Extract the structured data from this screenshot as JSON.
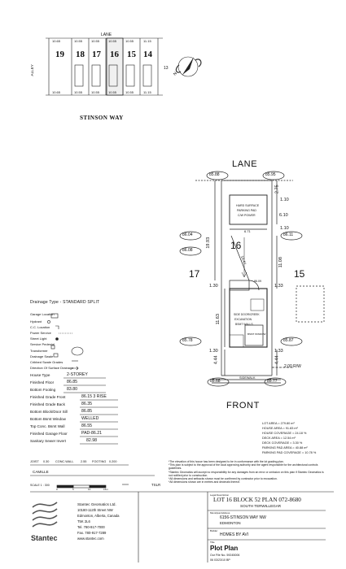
{
  "key_map": {
    "lane": "LANE",
    "alley": "ALLEY",
    "street": "STINSON WAY",
    "lots": [
      "19",
      "18",
      "17",
      "16",
      "15",
      "14"
    ],
    "lot_13": "13",
    "top_dims": [
      "10.65",
      "10.55",
      "10.55",
      "10.55",
      "10.55",
      "11.15"
    ],
    "bottom_dims": [
      "10.65",
      "10.55",
      "10.55",
      "10.55",
      "10.55",
      "11.15"
    ],
    "north_label": "N"
  },
  "plot": {
    "lane": "LANE",
    "front": "FRONT",
    "lot": "16",
    "lot_left": "17",
    "lot_right": "15",
    "elev_top_left": "85.88",
    "elev_top_right": "85.95",
    "elev_mid_left_1": "86.04",
    "elev_mid_left_2": "86.08",
    "elev_mid_right": "86.11",
    "elev_bottom_left": "85.78",
    "elev_bottom_right": "85.87",
    "elev_street_left": "85.68",
    "elev_street_right": "85.77",
    "dim_top_1": "2.75",
    "dim_top_2": "1.10",
    "dim_pad": "6.10",
    "dim_pad_width": "6.71",
    "dim_mid": "1.10",
    "dim_side_left": "19.93",
    "dim_house_depth": "11.08",
    "dim_left_setback": "1.30",
    "dim_right_setback": "1.33",
    "dim_house_left": "11.63",
    "dim_front_left": "4.44",
    "dim_front_right": "4.44",
    "dim_lower_left": "1.30",
    "dim_lower_right": "1.33",
    "dim_row": "2.00 R/W",
    "dim_diag": "10.47",
    "pad_text": [
      "HARD SURFACE",
      "PARKING PAD",
      "C/W POWER"
    ],
    "house_text": [
      "SIDE DOOR/CREEK",
      "EXCAVATION",
      "BSMT WALLS"
    ],
    "house_small": "BSMT WINDOW",
    "sidewalk": "SIDEWALK",
    "pin": "86.09"
  },
  "drainage": {
    "title": "Drainage Type - STANDARD SPLIT",
    "legend": [
      "Garage Location",
      "Hydrant",
      "C.C. Location",
      "Power Service",
      "Street Light",
      "Service Pedestal",
      "Transformer",
      "Drainage Swale",
      "Cribbed Swale Grades",
      "Direction Of Surface Drainage"
    ],
    "rows": [
      {
        "label": "House Type",
        "value": "2-STOREY"
      },
      {
        "label": "Finished Floor",
        "value": "86.85"
      },
      {
        "label": "Bottom Footing",
        "value": "83.80"
      },
      {
        "label": "Finished Grade Front",
        "value": "86.15  3 RISE"
      },
      {
        "label": "Finished Grade Back",
        "value": "86.35"
      },
      {
        "label": "Bottom Block/Door Sill",
        "value": "86.85"
      },
      {
        "label": "Bottom Bsmt Window",
        "value": "WELLED"
      },
      {
        "label": "Top Conc. Bsmt Wall",
        "value": "86.55"
      },
      {
        "label": "Finished Garage Floor",
        "value": "PAD-86.21"
      },
      {
        "label": "Sanitary Sewer Invert",
        "value": "82.98"
      }
    ],
    "joist_row": [
      "JOIST",
      "0.30",
      "CONC.WALL",
      "2.55",
      "FOOTING",
      "0.200"
    ],
    "model": "CAMILLE"
  },
  "areas": {
    "rows": [
      "LOT AREA = 279.80 m²",
      "HOUSE AREA = 91.83 m²",
      "HOUSE COVERAGE = 24.18 %",
      "DECK AREA = 12.54 m²",
      "DECK COVERAGE = 3.30 %",
      "PARKING PAD AREA = 40.88 m²",
      "PARKING PAD COVERAGE = 10.78 %"
    ]
  },
  "scale": {
    "label": "SCALE 1 : 300",
    "ticks": [
      "0",
      "5",
      "10",
      "15m"
    ],
    "tslr": "TSLR"
  },
  "notes": [
    "*The elevation of this house has been designed to be in conformance with the lot grading plan.",
    "*This plan is subject to the approval of the local approving authority and the agent responsible for the architectural controls guidelines.",
    "*Stantec Geomatics will accept no responsibility for any damages from an error or omission on this plan if Stantec Geomatics is not notified prior to construction.",
    "*All dimensions and setbacks shown must be confirmed by contractor prior to excavation.",
    "*All dimensions shown are in metres and decimals thereof."
  ],
  "company": {
    "name": "Stantec Geomatics Ltd.",
    "address": [
      "10180-112th Street NW",
      "Edmonton, Alberta, Canada",
      "T5K 2L6"
    ],
    "tel": "Tel.  780-917-7000",
    "fax": "Fax.  780-917-7289",
    "web": "www.stantec.com",
    "logo": "Stantec"
  },
  "title_block": {
    "legal_label": "Legal Description",
    "legal": "LOT  16  BLOCK  52  PLAN  072-8680",
    "subdivision": "SOUTH TERWILLEGAR",
    "municipal_label": "Municipal Address",
    "address": "6156-STINSON WAY NW",
    "city": "EDMONTON",
    "builder_label": "Builder",
    "builder": "HOMES BY AVI",
    "title_label": "Title",
    "title": "Plot Plan",
    "file": "Our File No. 59245006",
    "date": "06 03/23/10 BP"
  }
}
